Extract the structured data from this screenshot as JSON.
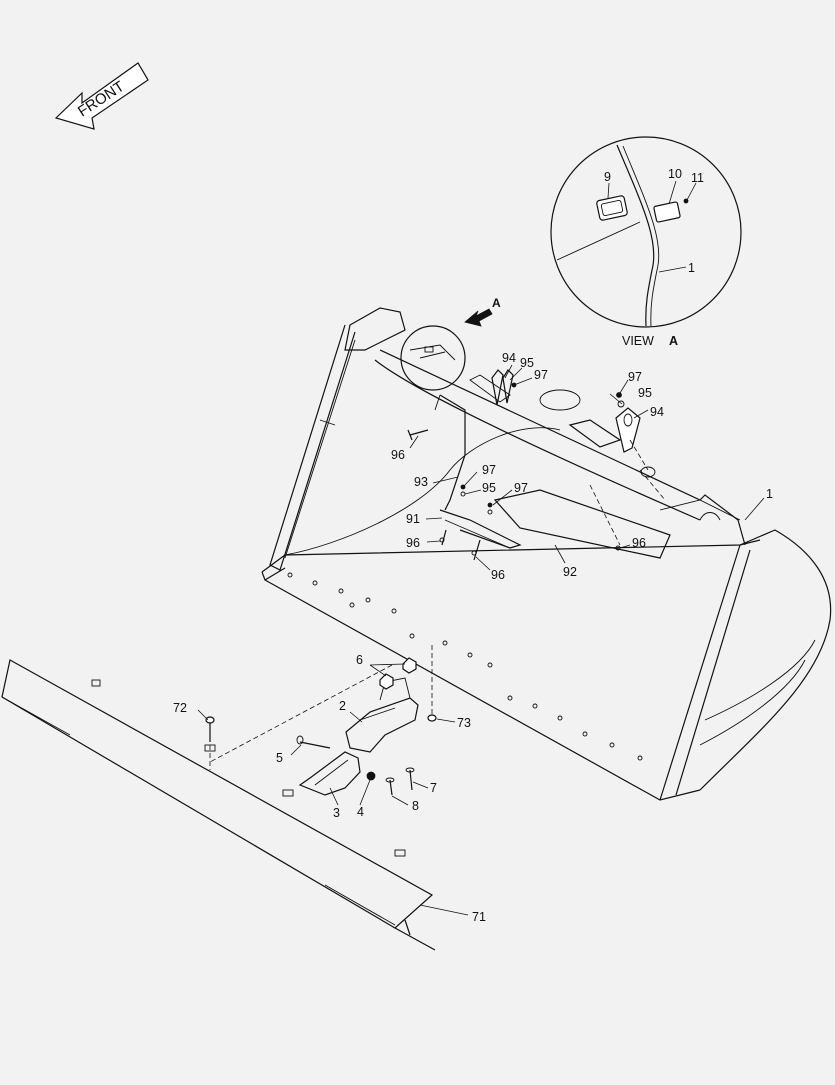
{
  "front_arrow": {
    "label": "FRONT"
  },
  "view_arrow": {
    "label": "A"
  },
  "view_title": {
    "view": "VIEW",
    "letter": "A"
  },
  "callouts": {
    "c1_bucket": "1",
    "c1_view": "1",
    "c2": "2",
    "c3": "3",
    "c4": "4",
    "c5": "5",
    "c6": "6",
    "c7": "7",
    "c8": "8",
    "c9": "9",
    "c10": "10",
    "c11": "11",
    "c71": "71",
    "c72": "72",
    "c73": "73",
    "c91": "91",
    "c92": "92",
    "c93": "93",
    "c94_a": "94",
    "c94_b": "94",
    "c95_a": "95",
    "c95_b": "95",
    "c95_c": "95",
    "c96_a": "96",
    "c96_b": "96",
    "c96_c": "96",
    "c96_d": "96",
    "c97_a": "97",
    "c97_b": "97",
    "c97_c": "97",
    "c97_d": "97"
  }
}
